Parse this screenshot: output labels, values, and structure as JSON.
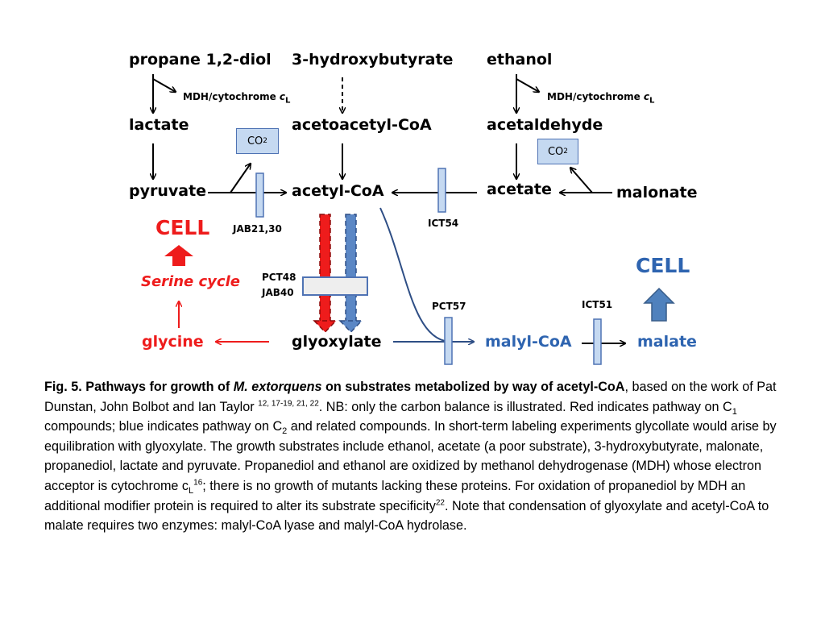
{
  "diagram": {
    "nodes": {
      "propanediol": "propane 1,2-diol",
      "hydroxybutyrate": "3-hydroxybutyrate",
      "ethanol": "ethanol",
      "lactate": "lactate",
      "acetoacetyl_coa": "acetoacetyl-CoA",
      "acetaldehyde": "acetaldehyde",
      "pyruvate": "pyruvate",
      "acetyl_coa": "acetyl-CoA",
      "acetate": "acetate",
      "malonate": "malonate",
      "glycine": "glycine",
      "glyoxylate": "glyoxylate",
      "malyl_coa": "malyl-CoA",
      "malate": "malate"
    },
    "mdh_left": {
      "prefix": "MDH/cytochrome ",
      "italic": "c",
      "sub": "L"
    },
    "mdh_right": {
      "prefix": "MDH/cytochrome ",
      "italic": "c",
      "sub": "L"
    },
    "co2_left": {
      "main": "CO",
      "sub": "2"
    },
    "co2_right": {
      "main": "CO",
      "sub": "2"
    },
    "mutants": {
      "jab21": "JAB21,30",
      "ict54": "ICT54",
      "pct48": "PCT48",
      "jab40": "JAB40",
      "pct57": "PCT57",
      "ict51": "ICT51"
    },
    "cell_red": "CELL",
    "cell_blue": "CELL",
    "serine_cycle": "Serine cycle",
    "colors": {
      "red": "#ee1c1c",
      "blue": "#2e64b0",
      "box_fill": "#c5d9f1",
      "box_border": "#4f73b4",
      "arrow_blue": "#5b87c5"
    }
  },
  "caption": {
    "bold_start": "Fig. 5. Pathways for growth of ",
    "bold_italic": "M. extorquens",
    "bold_end": " on substrates metabolized by way of acetyl-CoA",
    "t1": ", based on the work of Pat Dunstan, John Bolbot and Ian Taylor ",
    "ref1": "12, 17-19, 21, 22",
    "t2": ". NB: only the carbon balance is illustrated. Red indicates pathway on C",
    "sub1": "1",
    "t3": " compounds; blue indicates pathway on C",
    "sub2": "2",
    "t4": " and related compounds. In short-term labeling experiments glycollate would arise by equilibration with glyoxylate. The growth substrates include ethanol, acetate (a poor substrate), 3-hydroxybutyrate, malonate, propanediol, lactate and pyruvate. Propanediol and ethanol are oxidized by methanol dehydrogenase (MDH) whose electron acceptor is cytochrome c",
    "sub3": "L",
    "ref2": "16",
    "t5": "; there is no growth of mutants lacking these proteins. For oxidation of propanediol by MDH an additional modifier protein is required to alter its substrate specificity",
    "ref3": "22",
    "t6": ". Note that condensation of glyoxylate and acetyl-CoA to malate requires two enzymes: malyl-CoA lyase and malyl-CoA hydrolase."
  }
}
